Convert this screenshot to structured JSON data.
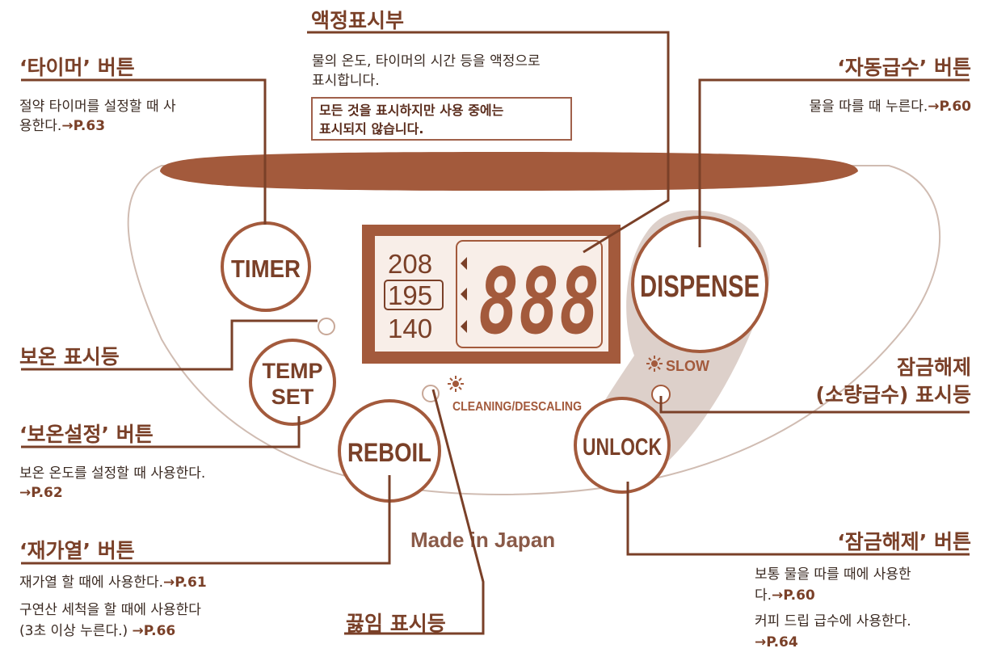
{
  "labels": {
    "timer": {
      "title": "‘타이머’ 버튼",
      "line1": "절약 타이머를 설정할 때 사",
      "line2": "용한다.",
      "ref": "→P.63"
    },
    "lcd": {
      "title": "액정표시부",
      "line1": "물의 온도, 타이머의 시간 등을 액정으로",
      "line2": "표시합니다.",
      "note1": "모든 것을 표시하지만 사용 중에는",
      "note2": "표시되지 않습니다."
    },
    "dispense": {
      "title": "‘자동급수’ 버튼",
      "line1": "물을 따를 때 누른다.",
      "ref": "→P.60"
    },
    "keepwarm_lamp": {
      "title": "보온 표시등"
    },
    "unlock_lamp": {
      "title1": "잠금해제",
      "title2": "(소량급수) 표시등"
    },
    "tempset": {
      "title": "‘보온설정’ 버튼",
      "line1": "보온 온도를 설정할 때 사용한다.",
      "ref": "→P.62"
    },
    "reboil": {
      "title": "‘재가열’ 버튼",
      "line1": "재가열 할 때에 사용한다.",
      "ref1": "→P.61",
      "line2": "구연산 세척을 할 때에 사용한다",
      "line3": "(3초 이상 누른다.)",
      "ref2": "→P.66"
    },
    "boil_lamp": {
      "title": "끓임 표시등"
    },
    "unlock": {
      "title": "‘잠금해제’ 버튼",
      "line1": "보통 물을 따를 때에 사용한",
      "line2": "다.",
      "ref1": "→P.60",
      "line3": "커피 드립 급수에 사용한다.",
      "ref2": "→P.64"
    }
  },
  "panel": {
    "buttons": {
      "timer": "TIMER",
      "temp1": "TEMP",
      "temp2": "SET",
      "reboil": "REBOIL",
      "dispense": "DISPENSE",
      "unlock": "UNLOCK"
    },
    "temps": [
      "208",
      "195",
      "140"
    ],
    "selected_temp": "195",
    "digits": "888",
    "slow": "SLOW",
    "cleaning": "CLEANING/DESCALING",
    "made_in": "Made in Japan"
  },
  "colors": {
    "brown": "#a35a3c",
    "dark": "#7a4028",
    "lcd_bg": "#f8eee8",
    "panel_line": "#d0bcb2",
    "unlock_zone": "#ddd0ca"
  }
}
